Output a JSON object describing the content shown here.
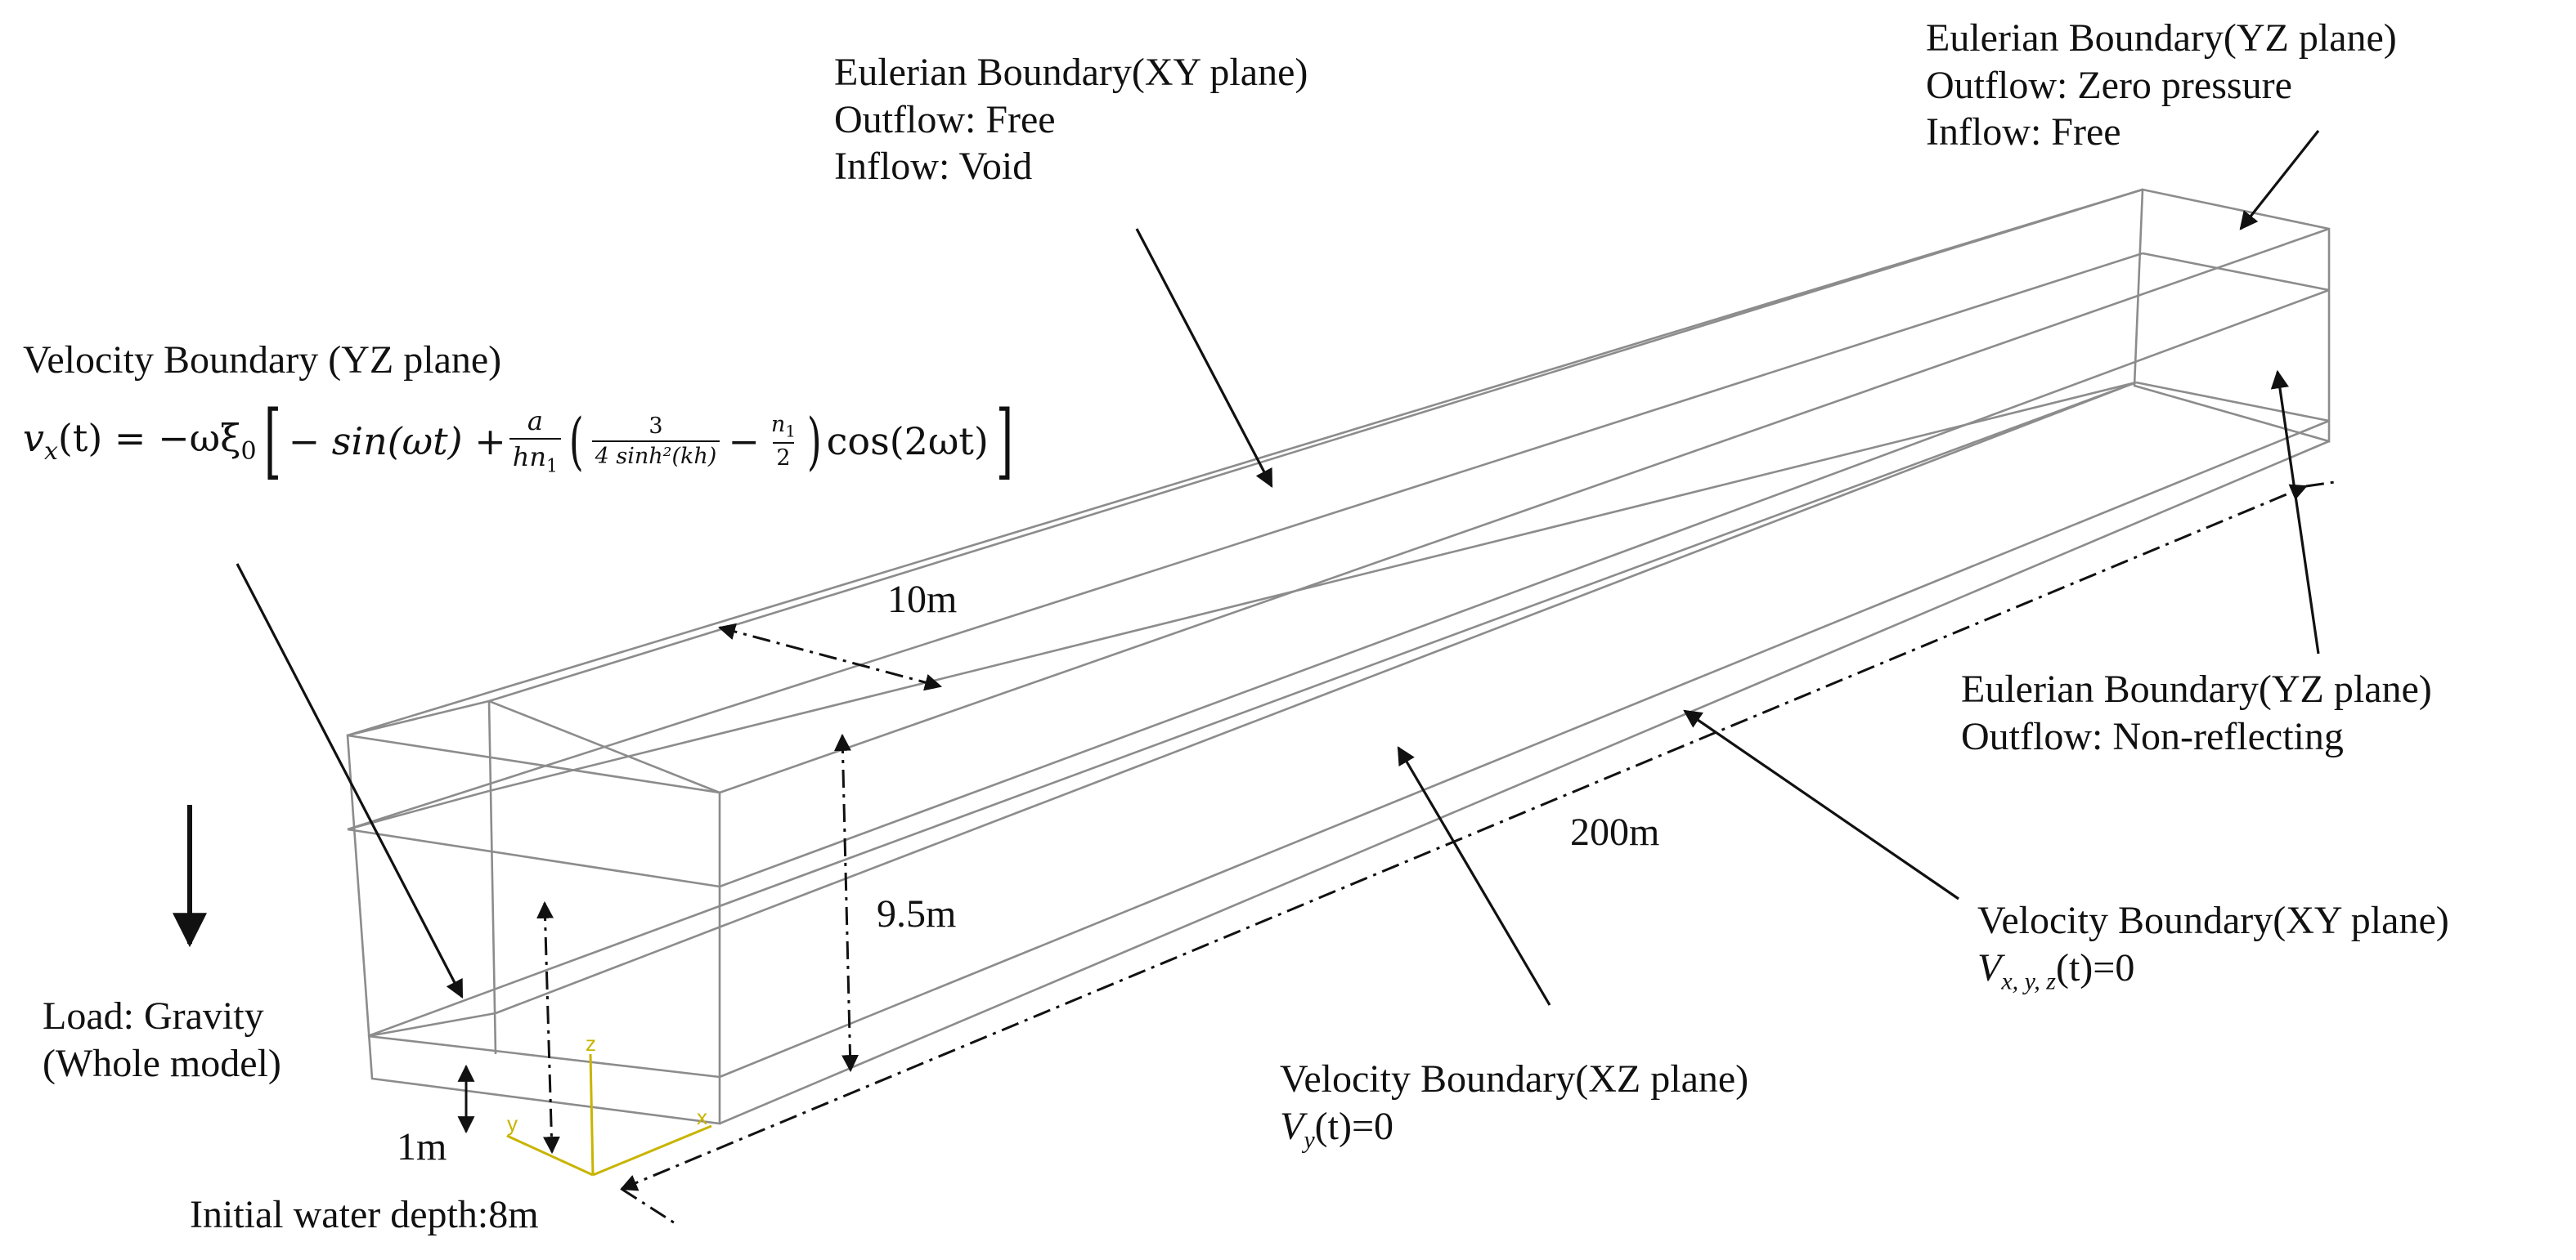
{
  "labels": {
    "xy_top": {
      "title": "Eulerian Boundary(XY plane)",
      "line1": "Outflow: Free",
      "line2": "Inflow: Void"
    },
    "yz_top_right": {
      "title": "Eulerian Boundary(YZ plane)",
      "line1": "Outflow: Zero pressure",
      "line2": "Inflow: Free"
    },
    "velocity_yz": {
      "title": "Velocity Boundary (YZ plane)"
    },
    "formula": {
      "lhs": "v",
      "lhs_sub": "x",
      "lhs_arg": "(t) = −ωξ",
      "xi_sub": "0",
      "term1": "− sin(ωt) +",
      "frac1_num": "a",
      "frac1_den": "hn",
      "frac1_den_sub": "1",
      "frac2_num": "3",
      "frac2_den": "4 sinh²(kh)",
      "minus": "−",
      "frac3_num": "n",
      "frac3_num_sub": "1",
      "frac3_den": "2",
      "tail": "cos(2ωt)"
    },
    "yz_right": {
      "title": "Eulerian Boundary(YZ plane)",
      "line1": "Outflow: Non-reflecting"
    },
    "velocity_xy": {
      "title": "Velocity Boundary(XY plane)",
      "value_var": "V",
      "value_sub": "x, y, z",
      "value_rest": "(t)=0"
    },
    "velocity_xz": {
      "title": "Velocity Boundary(XZ plane)",
      "value_var": "V",
      "value_sub": "y",
      "value_rest": "(t)=0"
    },
    "load": {
      "line1": "Load: Gravity",
      "line2": "(Whole model)"
    },
    "dims": {
      "width": "10m",
      "height": "9.5m",
      "length": "200m",
      "depth": "1m"
    },
    "water_depth": "Initial water depth:8m",
    "axes": {
      "z": "z",
      "y": "y",
      "x": "x"
    }
  },
  "colors": {
    "frame": "#8c8c8c",
    "ink": "#111111",
    "axis": "#c8b400"
  }
}
